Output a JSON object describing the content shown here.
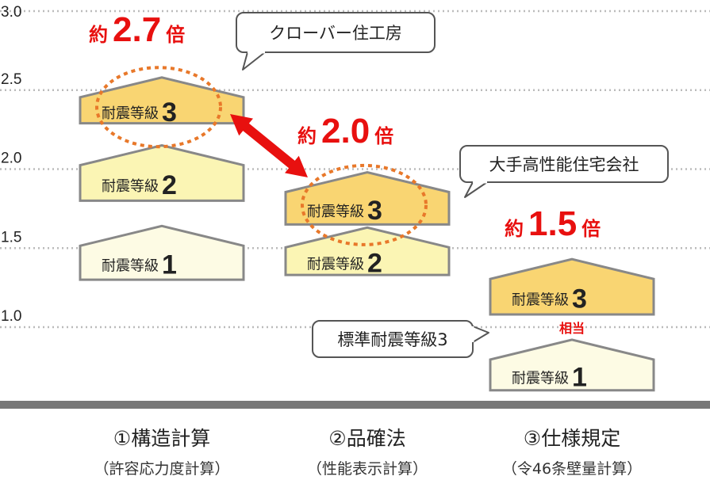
{
  "chart_data": {
    "type": "bar",
    "ylim": [
      0.6,
      3.0
    ],
    "yticks": [
      "1.0",
      "1.5",
      "2.0",
      "2.5",
      "3.0"
    ],
    "grid": true,
    "level_text": "耐震等級",
    "categories": [
      {
        "title": "①構造計算",
        "subtitle": "（許容応力度計算）",
        "ratio": {
          "prefix": "約",
          "value": "2.7",
          "suffix": "倍"
        },
        "callout": "クローバー住工房",
        "houses": [
          {
            "level": "1",
            "range": [
              1.3,
              1.64
            ]
          },
          {
            "level": "2",
            "range": [
              1.8,
              2.15
            ]
          },
          {
            "level": "3",
            "range": [
              2.29,
              2.58
            ]
          }
        ],
        "circled_level": "3"
      },
      {
        "title": "②品確法",
        "subtitle": "（性能表示計算）",
        "ratio": {
          "prefix": "約",
          "value": "2.0",
          "suffix": "倍"
        },
        "callout": "大手高性能住宅会社",
        "houses": [
          {
            "level": "2",
            "range": [
              1.33,
              1.63
            ]
          },
          {
            "level": "3",
            "range": [
              1.65,
              1.98
            ]
          }
        ],
        "circled_level": "3"
      },
      {
        "title": "③仕様規定",
        "subtitle": "（令46条壁量計算）",
        "ratio": {
          "prefix": "約",
          "value": "1.5",
          "suffix": "倍"
        },
        "callout": "標準耐震等級3",
        "note": "相当",
        "houses": [
          {
            "level": "1",
            "range": [
              0.6,
              0.92
            ]
          },
          {
            "level": "3",
            "range": [
              1.08,
              1.43
            ]
          }
        ]
      }
    ]
  },
  "colors": {
    "level1": "#fdfbe4",
    "level2": "#fbf5b4",
    "level3": "#f9d572",
    "roof_stroke": "#888888",
    "accent_red": "#e8100f",
    "circle_orange": "#e8782a",
    "grid": "#bbbbbb",
    "ground": "#777777"
  }
}
